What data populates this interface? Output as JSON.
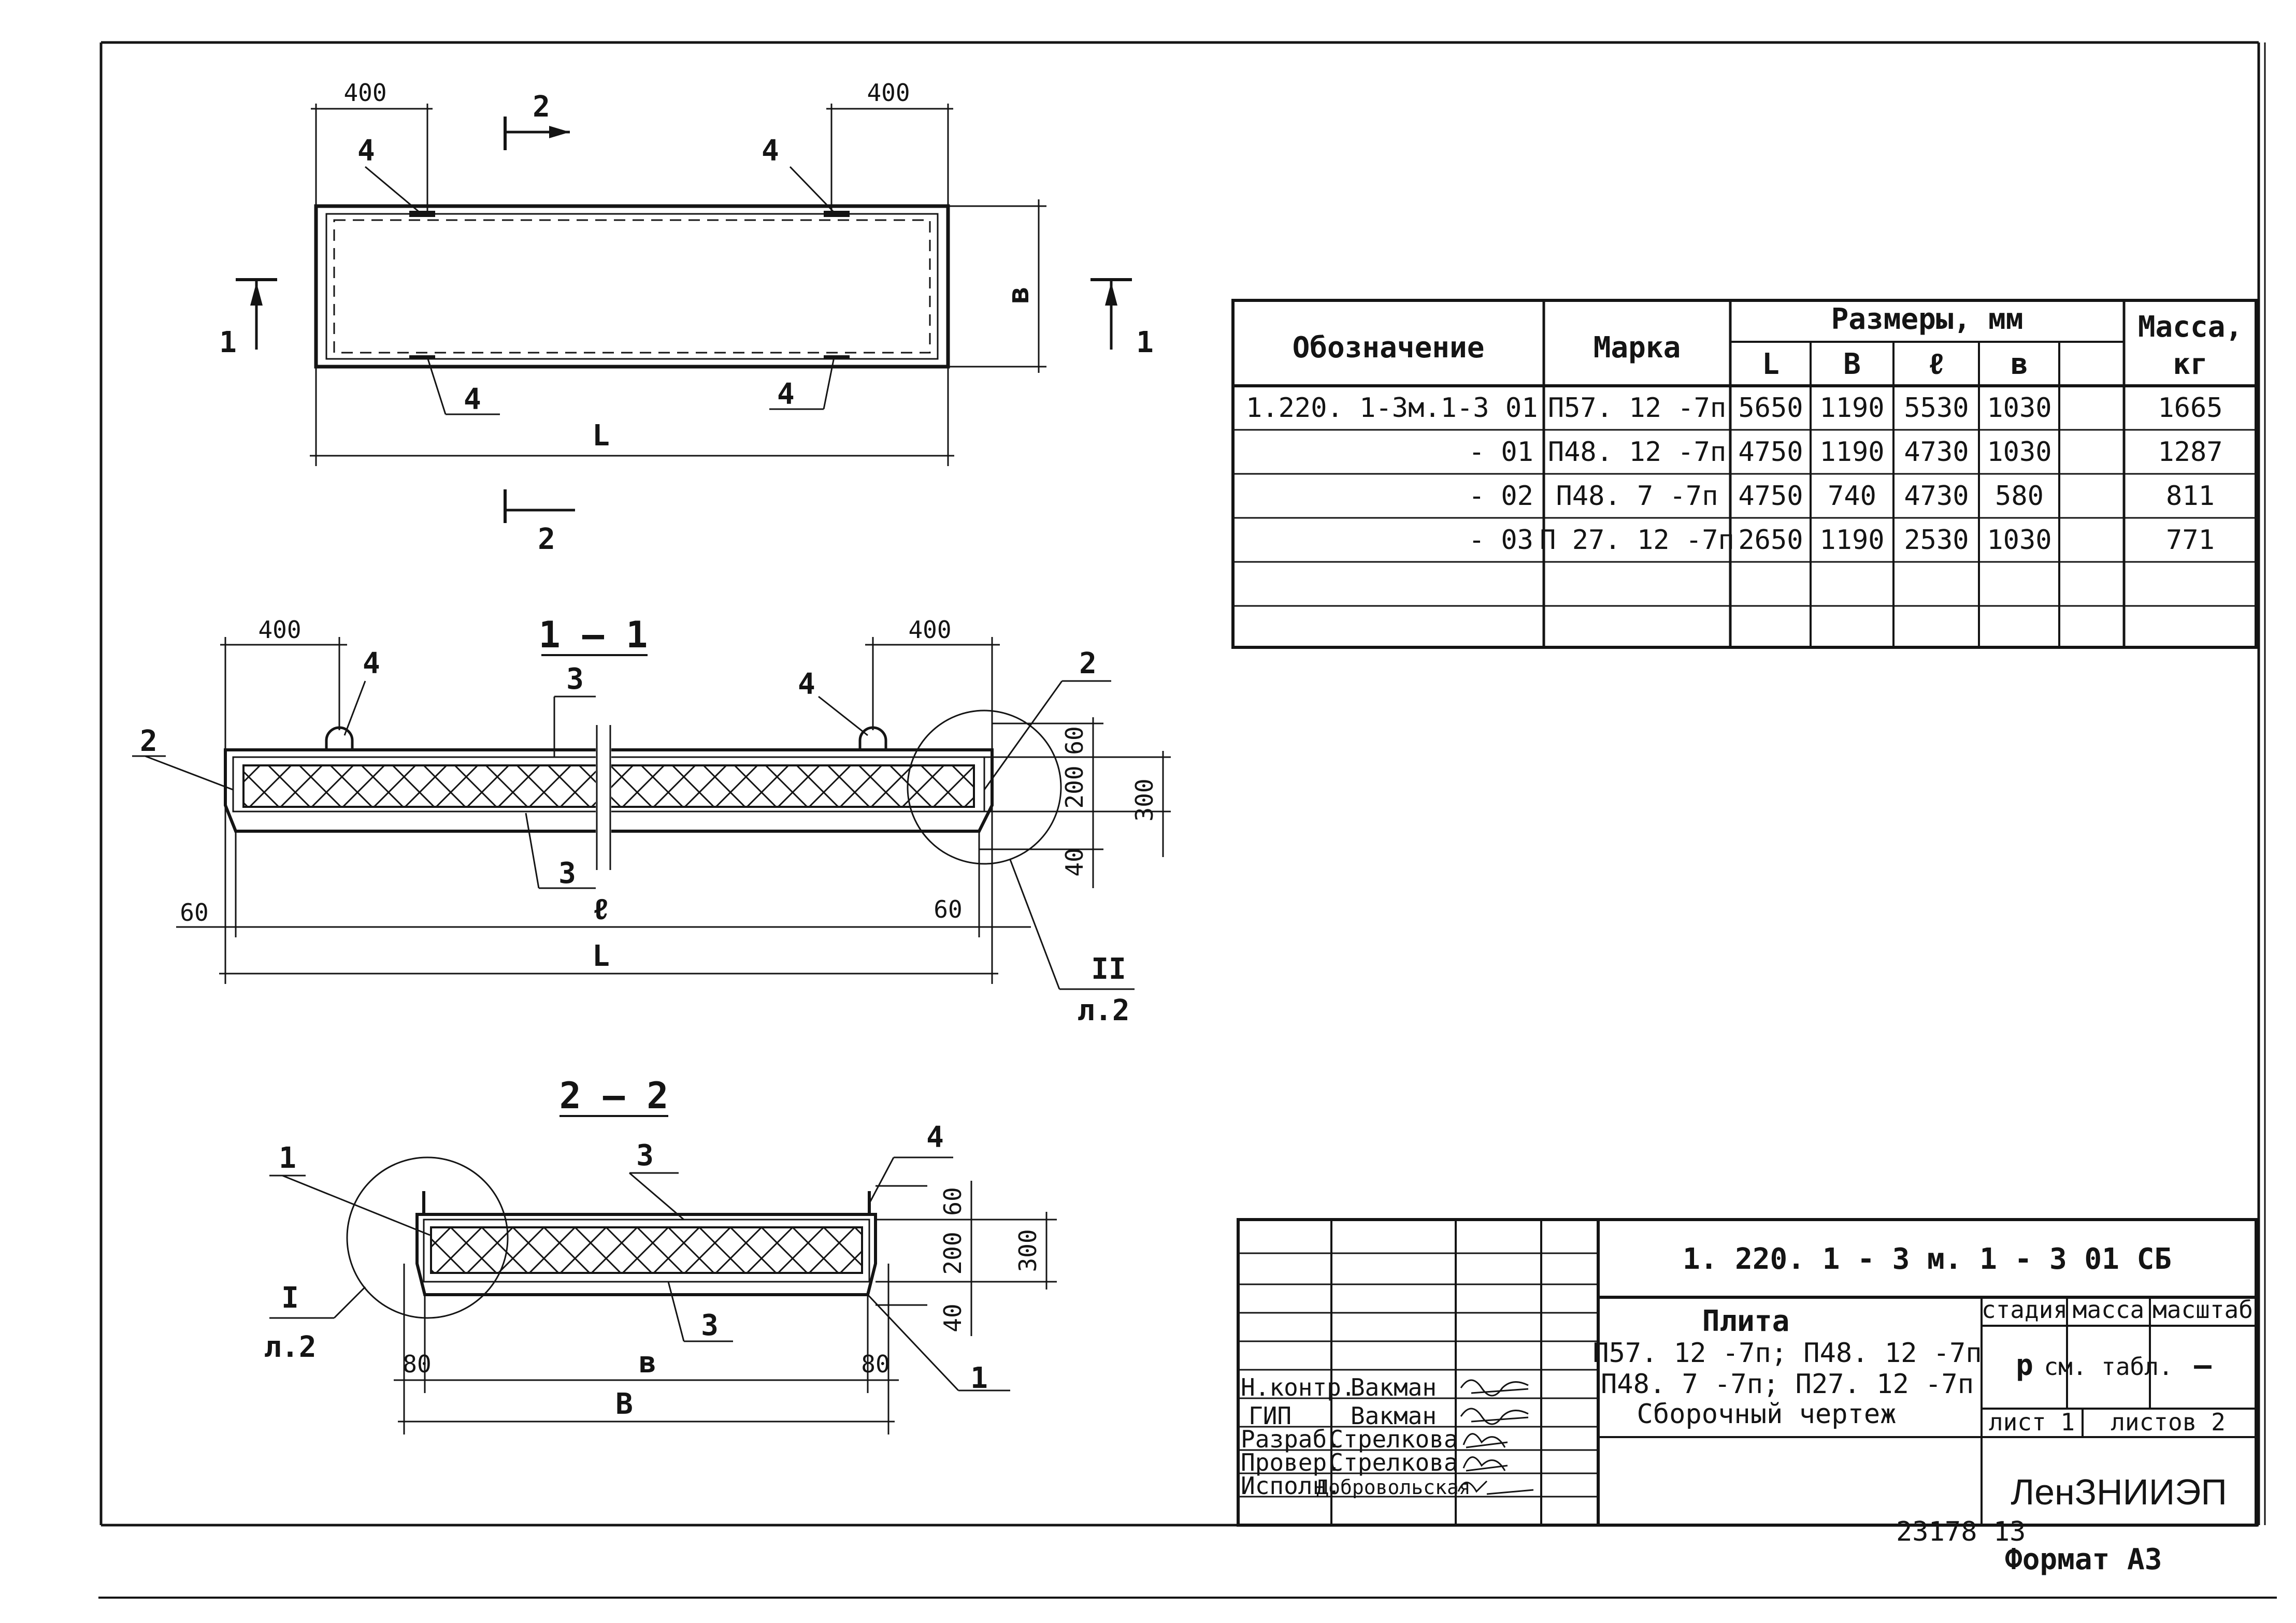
{
  "plan_view": {
    "dim_top_left": "400",
    "dim_top_right": "400",
    "section_2_top": "2",
    "section_2_bottom": "2",
    "section_1_left": "1",
    "section_1_right": "1",
    "dim_width": "в",
    "dim_length": "L",
    "callouts": [
      "4",
      "4",
      "4",
      "4"
    ]
  },
  "section_1_1": {
    "title": "1 — 1",
    "dim_top_left": "400",
    "dim_top_right": "400",
    "dim_left": "60",
    "dim_right": "60",
    "dim_inner": "ℓ",
    "dim_total": "L",
    "dim_v_top": "60",
    "dim_v_mid": "200",
    "dim_v_bottom": "40",
    "dim_v_total": "300",
    "callout_2_left": "2",
    "callout_2_right": "2",
    "callout_3_top": "3",
    "callout_3_bottom": "3",
    "callout_4_left": "4",
    "callout_4_right": "4",
    "node_ref_num": "II",
    "node_ref_sheet": "л.2"
  },
  "section_2_2": {
    "title": "2 — 2",
    "callout_1_top": "1",
    "callout_1_bottom": "1",
    "callout_3_top": "3",
    "callout_3_bottom": "3",
    "callout_4": "4",
    "dim_left": "80",
    "dim_right": "80",
    "dim_inner": "в",
    "dim_total": "В",
    "dim_v_top": "60",
    "dim_v_mid": "200",
    "dim_v_bottom": "40",
    "dim_v_total": "300",
    "node_ref_num": "I",
    "node_ref_sheet": "л.2"
  },
  "spec_table": {
    "headers": {
      "designation": "Обозначение",
      "mark": "Марка",
      "sizes": "Размеры, мм",
      "mass": "Масса,",
      "mass_unit": "кг",
      "size_cols": [
        "L",
        "В",
        "ℓ",
        "в",
        ""
      ]
    },
    "rows": [
      {
        "designation": "1.220. 1-3м.1-3 01",
        "mark": "П57. 12 -7п",
        "L": "5650",
        "B": "1190",
        "l": "5530",
        "b": "1030",
        "extra": "",
        "mass": "1665"
      },
      {
        "designation": "- 01",
        "mark": "П48. 12 -7п",
        "L": "4750",
        "B": "1190",
        "l": "4730",
        "b": "1030",
        "extra": "",
        "mass": "1287"
      },
      {
        "designation": "- 02",
        "mark": "П48. 7 -7п",
        "L": "4750",
        "B": "740",
        "l": "4730",
        "b": "580",
        "extra": "",
        "mass": "811"
      },
      {
        "designation": "- 03",
        "mark": "П 27. 12 -7п",
        "L": "2650",
        "B": "1190",
        "l": "2530",
        "b": "1030",
        "extra": "",
        "mass": "771"
      }
    ]
  },
  "title_block": {
    "code": "1. 220. 1 - 3 м.   1 - 3    01 СБ",
    "name_lines": [
      "Плита",
      "П57. 12 -7п;  П48. 12 -7п",
      "П48. 7 -7п;  П27. 12 -7п",
      "Сборочный чертеж"
    ],
    "stage_label": "стадия",
    "mass_label": "масса",
    "scale_label": "масштаб",
    "stage_value": "р",
    "mass_value": "см. табл.",
    "scale_value": "–",
    "sheet_label": "лист 1",
    "sheets_label": "листов 2",
    "org": "ЛенЗНИИЭП",
    "staff": [
      {
        "role": "Н.контр.",
        "name": "Вакман"
      },
      {
        "role": "ГИП",
        "name": "Вакман"
      },
      {
        "role": "Разраб.",
        "name": "Стрелкова"
      },
      {
        "role": "Провер.",
        "name": "Стрелкова"
      },
      {
        "role": "Исполн.",
        "name": "Добровольская"
      }
    ]
  },
  "inventory_number": "23178  13",
  "format": "Формат А3"
}
